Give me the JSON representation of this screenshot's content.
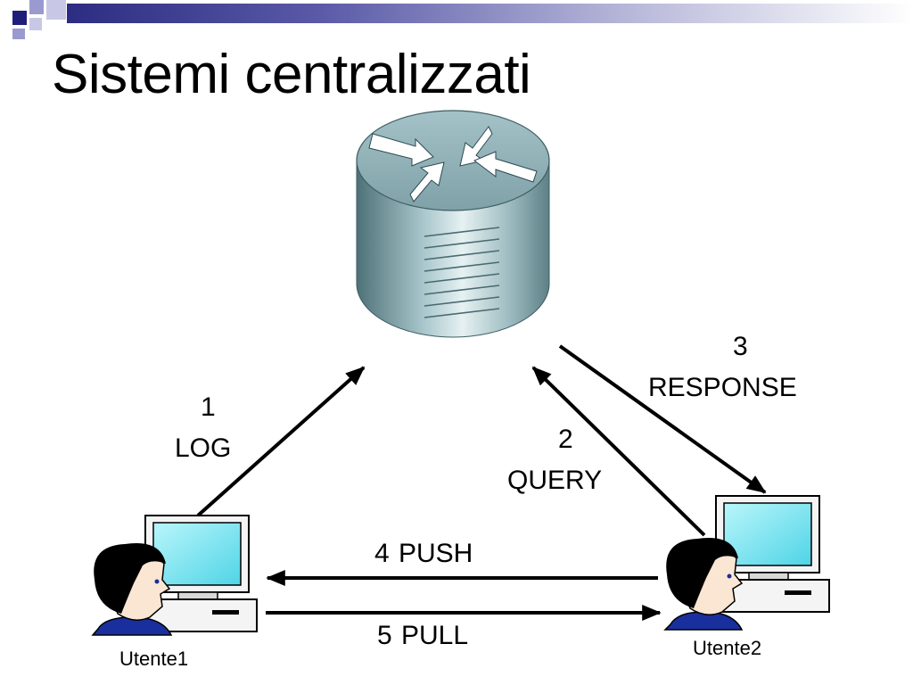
{
  "slide": {
    "title": "Sistemi centralizzati"
  },
  "diagram": {
    "server": {
      "icon": "router-icon"
    },
    "users": [
      {
        "label": "Utente1",
        "icon": "user-workstation-icon"
      },
      {
        "label": "Utente2",
        "icon": "user-workstation-icon"
      }
    ],
    "steps": [
      {
        "number": "1",
        "label": "LOG"
      },
      {
        "number": "2",
        "label": "QUERY"
      },
      {
        "number": "3",
        "label": "RESPONSE"
      },
      {
        "number": "4",
        "label": "PUSH"
      },
      {
        "number": "5",
        "label": "PULL"
      }
    ]
  },
  "colors": {
    "accent": "#2c2c82",
    "router": "#8fb1b8",
    "monitor_screen": "#66e0ee",
    "user_shirt": "#1a2f9e"
  }
}
